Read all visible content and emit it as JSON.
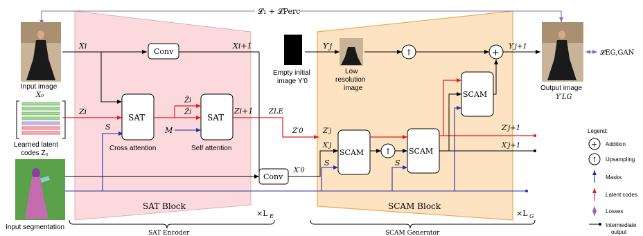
{
  "loss_top": "𝓛₁ + 𝓛Perc",
  "loss_right": "𝓛EG,GAN",
  "inputs": {
    "input_image": "Input image",
    "x0": "X₀",
    "learned_latent_line1": "Learned latent",
    "learned_latent_line2": "codes Z₀",
    "input_segmentation": "Input segmentation"
  },
  "sat": {
    "block_label": "SAT Block",
    "repeat": "×L",
    "repeat_sub": "E",
    "encoder_label": "SAT Encoder",
    "conv_top": "Conv",
    "conv_bottom": "Conv",
    "sat_box": "SAT",
    "cross_attention": "Cross attention",
    "self_attention": "Self attention",
    "x_i": "Xi",
    "x_i1": "Xi+1",
    "z_i": "Zi",
    "z_i1": "Zi+1",
    "zt_i_a": "Z̃i",
    "zt_i_b": "Z̃i",
    "m": "M",
    "s": "S",
    "z_le": "ZLE",
    "z0p": "Z′0",
    "x0p": "X′0"
  },
  "middle": {
    "empty_line1": "Empty initial",
    "empty_line2": "image Y′0",
    "low_line1": "Low",
    "low_line2": "resolution",
    "low_line3": "image",
    "yj": "Y′j"
  },
  "scam": {
    "block_label": "SCAM Block",
    "repeat": "×L",
    "repeat_sub": "G",
    "generator_label": "SCAM Generator",
    "scam_box": "SCAM",
    "zj": "Z′j",
    "xj": "X′j",
    "s1": "S",
    "s2": "S",
    "yj1": "Y′j+1",
    "zj1": "Z′j+1",
    "xj1": "X′j+1",
    "up_symbol": "↑",
    "plus_symbol": "+"
  },
  "output": {
    "line1": "Output image",
    "line2": "Y′LG"
  },
  "legend": {
    "title": "Legend:",
    "addition": "Addition",
    "upsampling": "Upsampling",
    "masks": "Masks",
    "latent_codes": "Latent codes",
    "losses": "Losses",
    "intermediate_line1": "Intermediate",
    "intermediate_line2": "output"
  },
  "colors": {
    "sat_fill": "#fbd9dc",
    "scam_fill": "#fde3c2",
    "scam_stroke": "#e4a94f",
    "red": "#e8191e",
    "blue": "#1f2fa8",
    "purple": "#8a6bbf",
    "green_seg": "#5aa14a"
  }
}
